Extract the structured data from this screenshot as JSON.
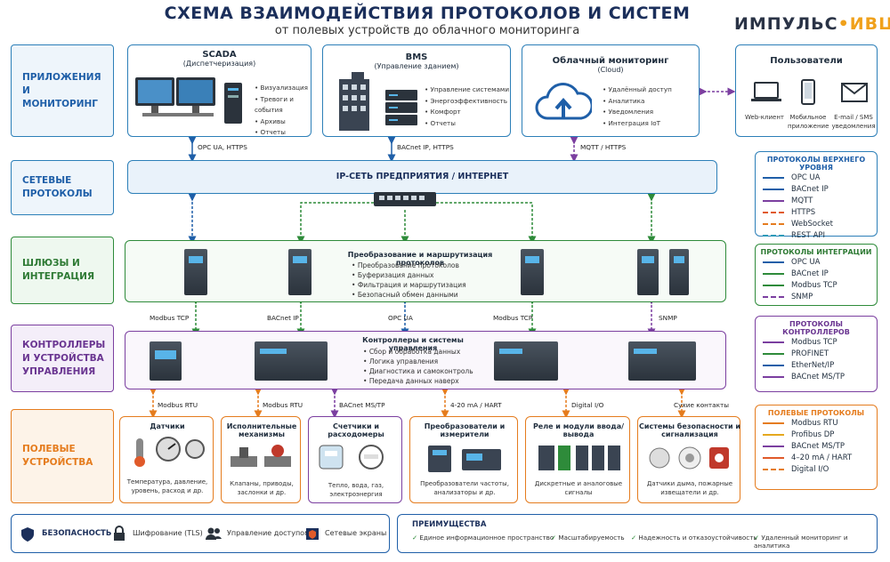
{
  "header": {
    "title": "СХЕМА ВЗАИМОДЕЙСТВИЯ ПРОТОКОЛОВ И СИСТЕМ",
    "subtitle": "от полевых устройств до облачного мониторинга",
    "logo_left": "ИМПУЛЬС",
    "logo_dot": "•",
    "logo_right": "ИВЦ"
  },
  "layers": [
    {
      "label": "ПРИЛОЖЕНИЯ И МОНИТОРИНГ",
      "color": "#2c7fb8"
    },
    {
      "label": "СЕТЕВЫЕ ПРОТОКОЛЫ",
      "color": "#2c7fb8"
    },
    {
      "label": "ШЛЮЗЫ И ИНТЕГРАЦИЯ",
      "color": "#2e8b3a"
    },
    {
      "label": "КОНТРОЛЛЕРЫ И УСТРОЙСТВА УПРАВЛЕНИЯ",
      "color": "#7b3fa0"
    },
    {
      "label": "ПОЛЕВЫЕ УСТРОЙСТВА",
      "color": "#e57c1e"
    }
  ],
  "apps": {
    "scada": {
      "title": "SCADA",
      "sub": "(Диспетчеризация)",
      "items": [
        "Визуализация",
        "Тревоги и события",
        "Архивы",
        "Отчеты"
      ]
    },
    "bms": {
      "title": "BMS",
      "sub": "(Управление зданием)",
      "items": [
        "Управление системами",
        "Энергоэффективность",
        "Комфорт",
        "Отчеты"
      ]
    },
    "cloud": {
      "title": "Облачный мониторинг",
      "sub": "(Cloud)",
      "items": [
        "Удалённый доступ",
        "Аналитика",
        "Уведомления",
        "Интеграция IoT"
      ]
    },
    "users": {
      "title": "Пользователи",
      "web": "Web-клиент",
      "mobile": "Мобильное приложение",
      "email": "E-mail / SMS уведомления"
    }
  },
  "links": {
    "scada": "OPC UA, HTTPS",
    "bms": "BACnet IP, HTTPS",
    "cloud": "MQTT / HTTPS"
  },
  "network": {
    "label": "IP-СЕТЬ ПРЕДПРИЯТИЯ / ИНТЕРНЕТ"
  },
  "gateways": {
    "title": "Преобразование и маршрутизация протоколов",
    "items": [
      "Преобразование протоколов",
      "Буферизация данных",
      "Фильтрация и маршрутизация",
      "Безопасный обмен данными"
    ],
    "protocols": [
      "Modbus TCP",
      "BACnet IP",
      "OPC UA",
      "Modbus TCP",
      "SNMP"
    ]
  },
  "controllers": {
    "title": "Контроллеры и системы управления",
    "items": [
      "Сбор и обработка данных",
      "Логика управления",
      "Диагностика и самоконтроль",
      "Передача данных наверх"
    ],
    "protocols": [
      "Modbus RTU",
      "Modbus RTU",
      "BACnet MS/TP",
      "4-20 mA / HART",
      "Digital I/O",
      "Сухие контакты"
    ]
  },
  "field": [
    {
      "title": "Датчики",
      "text": "Температура, давление, уровень, расход и др."
    },
    {
      "title": "Исполнительные механизмы",
      "text": "Клапаны, приводы, заслонки и др."
    },
    {
      "title": "Счетчики и расходомеры",
      "text": "Тепло, вода, газ, электроэнергия"
    },
    {
      "title": "Преобразователи и измерители",
      "text": "Преобразователи частоты, анализаторы и др."
    },
    {
      "title": "Реле и модули ввода/вывода",
      "text": "Дискретные и аналоговые сигналы"
    },
    {
      "title": "Системы безопасности и сигнализация",
      "text": "Датчики дыма, пожарные извещатели и др."
    }
  ],
  "legends": [
    {
      "title": "ПРОТОКОЛЫ ВЕРХНЕГО УРОВНЯ",
      "border": "#2c7fb8",
      "items": [
        {
          "name": "OPC UA",
          "color": "#1f5fa8",
          "dash": false
        },
        {
          "name": "BACnet IP",
          "color": "#1f5fa8",
          "dash": false
        },
        {
          "name": "MQTT",
          "color": "#7b3fa0",
          "dash": false
        },
        {
          "name": "HTTPS",
          "color": "#e05a2a",
          "dash": true
        },
        {
          "name": "WebSocket",
          "color": "#e57c1e",
          "dash": true
        },
        {
          "name": "REST API",
          "color": "#2c9ab8",
          "dash": true
        }
      ]
    },
    {
      "title": "ПРОТОКОЛЫ ИНТЕГРАЦИИ",
      "border": "#2e8b3a",
      "items": [
        {
          "name": "OPC UA",
          "color": "#1f5fa8",
          "dash": false
        },
        {
          "name": "BACnet IP",
          "color": "#2e8b3a",
          "dash": false
        },
        {
          "name": "Modbus TCP",
          "color": "#2e8b3a",
          "dash": false
        },
        {
          "name": "SNMP",
          "color": "#7b3fa0",
          "dash": true
        }
      ]
    },
    {
      "title": "ПРОТОКОЛЫ КОНТРОЛЛЕРОВ",
      "border": "#7b3fa0",
      "items": [
        {
          "name": "Modbus TCP",
          "color": "#7b3fa0",
          "dash": false
        },
        {
          "name": "PROFINET",
          "color": "#2e8b3a",
          "dash": false
        },
        {
          "name": "EtherNet/IP",
          "color": "#1f5fa8",
          "dash": false
        },
        {
          "name": "BACnet MS/TP",
          "color": "#7b3fa0",
          "dash": false
        }
      ]
    },
    {
      "title": "ПОЛЕВЫЕ ПРОТОКОЛЫ",
      "border": "#e57c1e",
      "items": [
        {
          "name": "Modbus RTU",
          "color": "#e57c1e",
          "dash": false
        },
        {
          "name": "Profibus DP",
          "color": "#e5a81e",
          "dash": false
        },
        {
          "name": "BACnet MS/TP",
          "color": "#7b3fa0",
          "dash": false
        },
        {
          "name": "4–20 mA / HART",
          "color": "#e05a2a",
          "dash": false
        },
        {
          "name": "Digital I/O",
          "color": "#e57c1e",
          "dash": true
        }
      ]
    }
  ],
  "security": {
    "label": "БЕЗОПАСНОСТЬ",
    "items": [
      "Шифрование (TLS)",
      "Управление доступом",
      "Сетевые экраны"
    ]
  },
  "advantages": {
    "label": "ПРЕИМУЩЕСТВА",
    "items": [
      "Единое информационное пространство",
      "Масштабируемость",
      "Надежность и отказоустойчивость",
      "Удаленный мониторинг и аналитика"
    ]
  }
}
